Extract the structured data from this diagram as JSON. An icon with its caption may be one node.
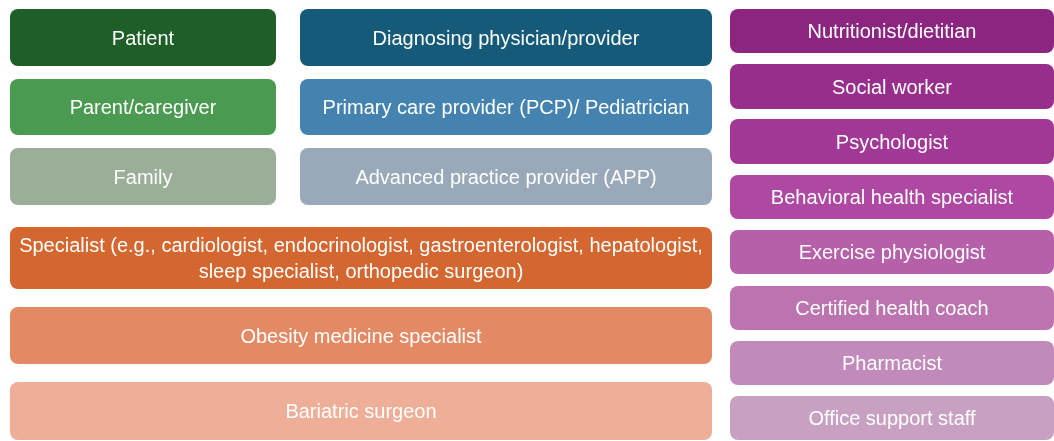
{
  "diagram": {
    "nodes": [
      {
        "text": [
          "Patient"
        ]
      },
      {
        "text": [
          "Diagnosing physician/provider"
        ]
      },
      {
        "text": [
          "Nutritionist/dietitian"
        ]
      },
      {
        "text": [
          "Social worker"
        ]
      },
      {
        "text": [
          "Parent/caregiver"
        ]
      },
      {
        "text": [
          "Primary care provider (PCP)/ Pediatrician"
        ]
      },
      {
        "text": [
          "Psychologist"
        ]
      },
      {
        "text": [
          "Family"
        ]
      },
      {
        "text": [
          "Advanced practice provider (APP)"
        ]
      },
      {
        "text": [
          "Behavioral health specialist"
        ]
      },
      {
        "text": [
          "Specialist (e.g., cardiologist, endocrinologist, gastroenterologist, hepatologist, sleep specialist, orthopedic surgeon)"
        ]
      },
      {
        "text": [
          "Exercise physiologist"
        ]
      },
      {
        "text": [
          "Certified health coach"
        ]
      },
      {
        "text": [
          "Obesity medicine specialist"
        ]
      },
      {
        "text": [
          "Pharmacist"
        ]
      },
      {
        "text": [
          "Office support staff"
        ]
      },
      {
        "text": [
          "Bariatric surgeon"
        ]
      }
    ]
  }
}
